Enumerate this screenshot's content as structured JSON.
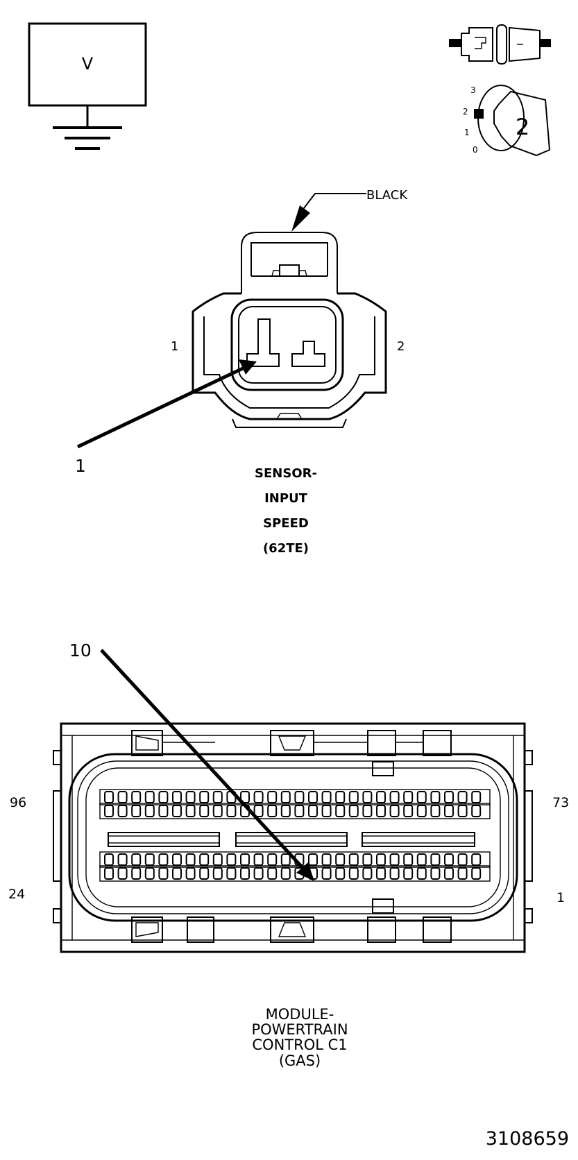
{
  "voltmeter": {
    "symbol": "V"
  },
  "ignition": {
    "positions": [
      "3",
      "2",
      "1",
      "0"
    ],
    "key_number": "2"
  },
  "sensor_connector": {
    "color_label": "BLACK",
    "pin_left": "1",
    "pin_right": "2",
    "callout": "1",
    "title_lines": [
      "SENSOR-",
      "INPUT",
      "SPEED",
      "(62TE)"
    ]
  },
  "pcm_connector": {
    "callout": "10",
    "pin_top_left": "96",
    "pin_top_right": "73",
    "pin_bottom_left": "24",
    "pin_bottom_right": "1",
    "title_lines": [
      "MODULE-",
      "POWERTRAIN",
      "CONTROL C1",
      "(GAS)"
    ]
  },
  "figure_number": "3108659"
}
